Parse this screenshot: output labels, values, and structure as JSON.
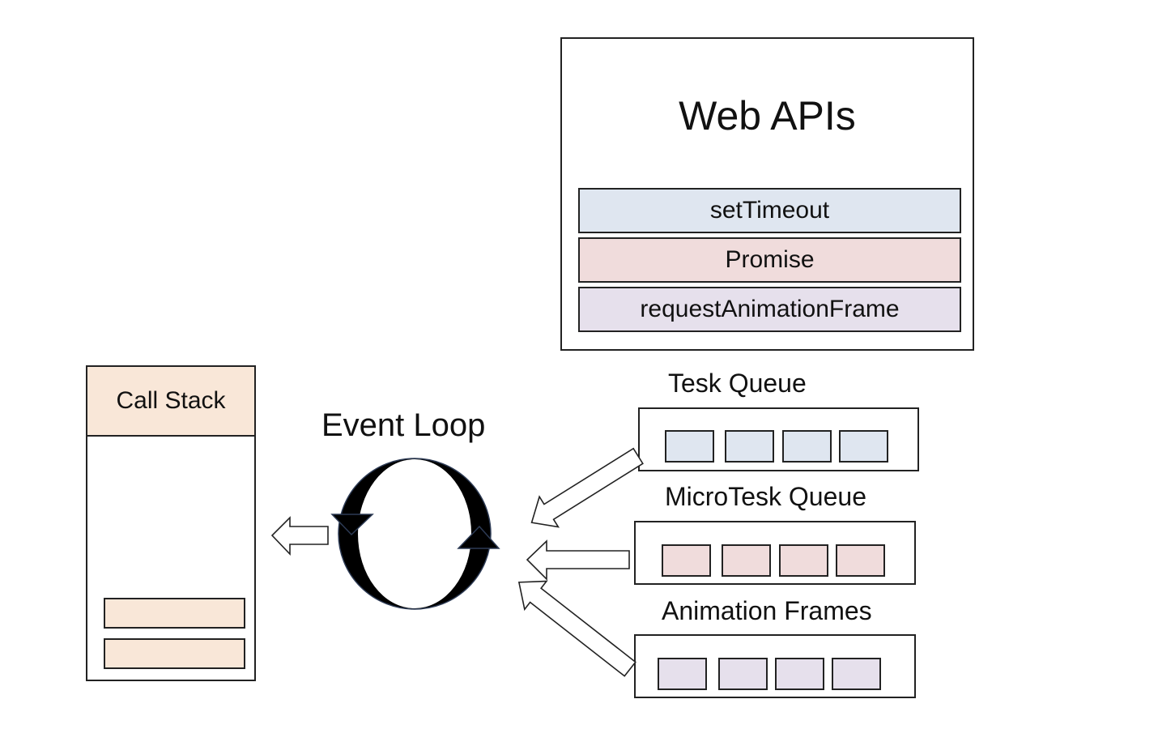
{
  "web_apis": {
    "title": "Web APIs",
    "items": [
      {
        "label": "setTimeout",
        "color": "#dfe6f0"
      },
      {
        "label": "Promise",
        "color": "#f0dcdc"
      },
      {
        "label": "requestAnimationFrame",
        "color": "#e6e0ec"
      }
    ]
  },
  "call_stack": {
    "title": "Call Stack",
    "header_color": "#f9e7d8",
    "frame_color": "#f9e7d8",
    "frames": 2
  },
  "event_loop": {
    "label": "Event Loop"
  },
  "queues": [
    {
      "label": "Tesk Queue",
      "slot_color": "#dfe6f0",
      "slots": 4
    },
    {
      "label": "MicroTesk Queue",
      "slot_color": "#f0dcdc",
      "slots": 4
    },
    {
      "label": "Animation Frames",
      "slot_color": "#e6e0ec",
      "slots": 4
    }
  ]
}
